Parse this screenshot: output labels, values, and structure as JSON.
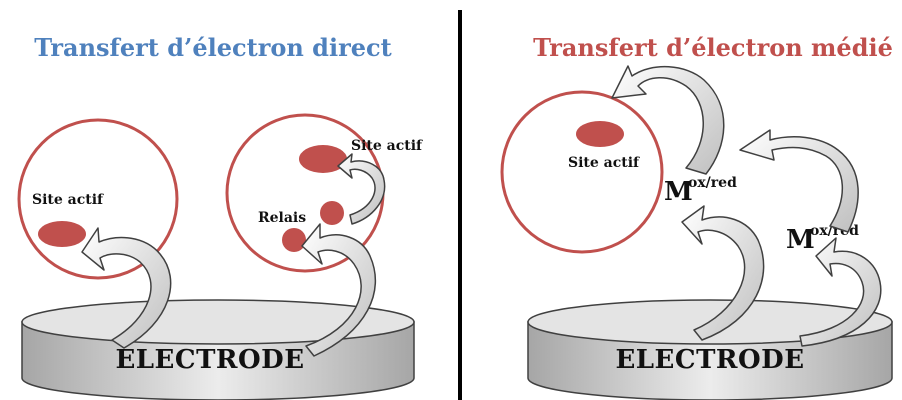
{
  "colors": {
    "title_left": "#4f81bd",
    "title_right": "#c0504d",
    "circle_stroke": "#c0504d",
    "site_fill": "#c0504d",
    "arrow_fill": "#d9d9d9",
    "arrow_stroke": "#404040",
    "electrode_fill": "#d9d9d9",
    "divider": "#000000"
  },
  "left_panel": {
    "title": "Transfert d’électron direct",
    "electrode_label": "ELECTRODE",
    "enzyme_a": {
      "site_label": "Site actif"
    },
    "enzyme_b": {
      "site_label": "Site actif",
      "relay_label": "Relais"
    }
  },
  "right_panel": {
    "title": "Transfert d’électron médié",
    "electrode_label": "ELECTRODE",
    "enzyme": {
      "site_label": "Site actif"
    },
    "mediator_1": {
      "symbol": "M",
      "superscript": "ox/red"
    },
    "mediator_2": {
      "symbol": "M",
      "superscript": "ox/red"
    }
  }
}
